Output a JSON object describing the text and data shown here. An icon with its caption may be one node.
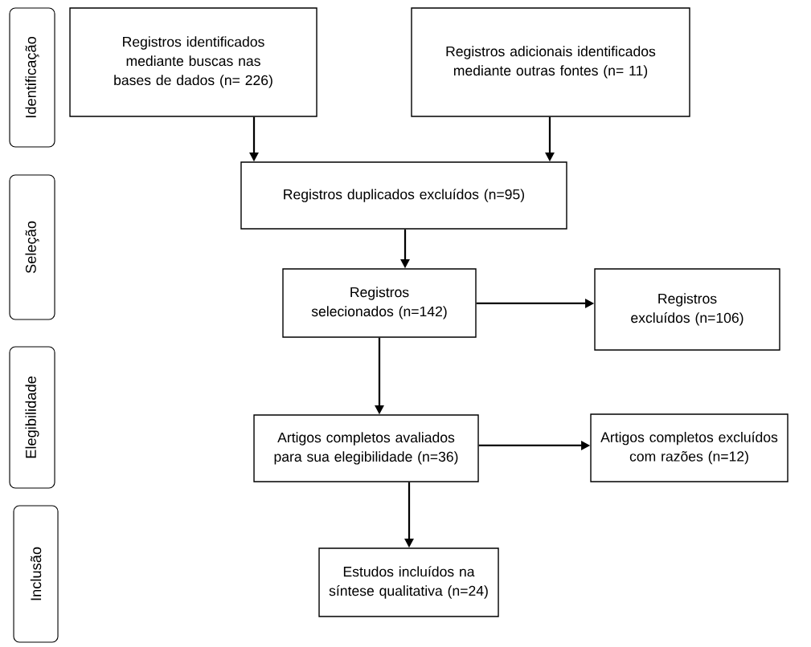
{
  "diagram": {
    "nodes": [
      {
        "text": [
          "Identificação"
        ]
      },
      {
        "text": [
          "Registros identificados mediante buscas nas bases de dados (n= 226)"
        ]
      },
      {
        "text": [
          "Registros adicionais identificados mediante outras fontes (n= 11)"
        ]
      },
      {
        "text": [
          "Seleção"
        ]
      },
      {
        "text": [
          "Registros duplicados excluídos (n=95)"
        ]
      },
      {
        "text": [
          "Registros selecionados (n=142)"
        ]
      },
      {
        "text": [
          "Registros excluídos (n=106)"
        ]
      },
      {
        "text": [
          "Elegibilidade"
        ]
      },
      {
        "text": [
          "Artigos completos avaliados para sua elegibilidade (n=36)"
        ]
      },
      {
        "text": [
          "Artigos completos excluídos com razões (n=12)"
        ]
      },
      {
        "text": [
          "Inclusão"
        ]
      },
      {
        "text": [
          "Estudos incluídos na síntese qualitativa (n=24)"
        ]
      }
    ],
    "edges": [
      {
        "from": 1,
        "to": 4,
        "arrow": "to"
      },
      {
        "from": 2,
        "to": 4,
        "arrow": "to"
      },
      {
        "from": 4,
        "to": 5,
        "arrow": "to"
      },
      {
        "from": 5,
        "to": 6,
        "arrow": "to"
      },
      {
        "from": 5,
        "to": 8,
        "arrow": "to"
      },
      {
        "from": 8,
        "to": 9,
        "arrow": "to"
      },
      {
        "from": 8,
        "to": 11,
        "arrow": "to"
      }
    ]
  }
}
